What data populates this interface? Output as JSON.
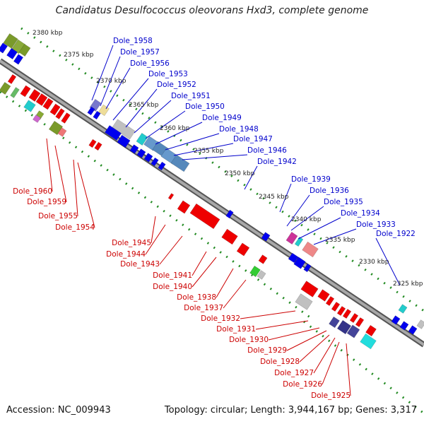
{
  "title": "Candidatus Desulfococcus oleovorans Hxd3, complete genome",
  "footer": {
    "accession": "Accession: NC_009943",
    "topology": "Topology: circular; Length: 3,944,167 bp; Genes: 3,317"
  },
  "colors": {
    "forward_strand": "#0000ee",
    "reverse_strand": "#ee0000",
    "backbone": "#808080",
    "tick_track": "#228b22",
    "forward_label": "#0000cc",
    "reverse_label": "#cc0000"
  },
  "scale_labels": [
    "2380 kbp",
    "2375 kbp",
    "2370 kbp",
    "2365 kbp",
    "2360 kbp",
    "2355 kbp",
    "2350 kbp",
    "2345 kbp",
    "2340 kbp",
    "2335 kbp",
    "2330 kbp",
    "2325 kbp"
  ],
  "forward_genes": [
    "Dole_1958",
    "Dole_1957",
    "Dole_1956",
    "Dole_1953",
    "Dole_1952",
    "Dole_1951",
    "Dole_1950",
    "Dole_1949",
    "Dole_1948",
    "Dole_1947",
    "Dole_1946",
    "Dole_1942",
    "Dole_1939",
    "Dole_1936",
    "Dole_1935",
    "Dole_1934",
    "Dole_1933",
    "Dole_1922"
  ],
  "reverse_genes": [
    "Dole_1960",
    "Dole_1959",
    "Dole_1955",
    "Dole_1954",
    "Dole_1945",
    "Dole_1944",
    "Dole_1943",
    "Dole_1941",
    "Dole_1940",
    "Dole_1938",
    "Dole_1937",
    "Dole_1932",
    "Dole_1931",
    "Dole_1930",
    "Dole_1929",
    "Dole_1928",
    "Dole_1927",
    "Dole_1926",
    "Dole_1925"
  ]
}
